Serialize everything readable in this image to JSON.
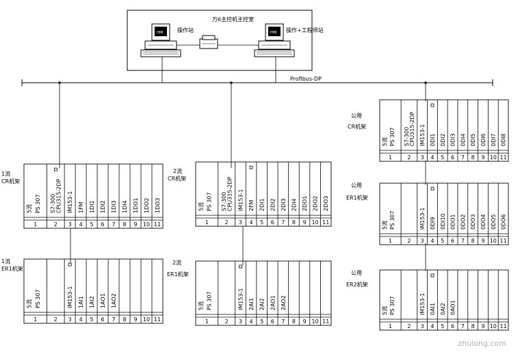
{
  "control_room": {
    "title": "万6主控机主控室",
    "station1_label": "操作站",
    "station2_label": "操作+工程师站",
    "hmi_label": "HMI"
  },
  "bus": {
    "label": "Profibus-DP"
  },
  "racks": [
    {
      "id": "r1cr",
      "title": [
        "1流",
        "CR机架"
      ],
      "slot_numbers": [
        "1",
        "2",
        "3",
        "4",
        "5",
        "6",
        "7",
        "8",
        "9",
        "10",
        "11"
      ],
      "ps_lines": [
        "5流",
        "PS 307"
      ],
      "modules": [
        "S7-300\nCPU315-2DP",
        "IM153-1",
        "1FM",
        "1DI1",
        "1DI2",
        "1DI3",
        "1DI4",
        "1DO1",
        "1DO2",
        "1DO3"
      ]
    },
    {
      "id": "r1er",
      "title": [
        "1流",
        "ER1机架"
      ],
      "slot_numbers": [
        "1",
        "2",
        "3",
        "4",
        "5",
        "6",
        "7",
        "8",
        "9",
        "10",
        "11"
      ],
      "ps_lines": [
        "5流",
        "PS 307"
      ],
      "modules": [
        "",
        "IM153-1",
        "1AI1",
        "1AI2",
        "1AO1",
        "1AO2",
        "",
        "",
        "",
        ""
      ]
    },
    {
      "id": "r2cr",
      "title": [
        "2流",
        "CR机架"
      ],
      "slot_numbers": [
        "1",
        "2",
        "3",
        "4",
        "5",
        "6",
        "7",
        "8",
        "9",
        "10",
        "11"
      ],
      "ps_lines": [
        "5流",
        "PS 307"
      ],
      "modules": [
        "S7-300\nCPU315-2DP",
        "IM153-1",
        "2FM",
        "2DI1",
        "2DI2",
        "2DI3",
        "2DI4",
        "2DO1",
        "2DO2",
        "2DO3"
      ]
    },
    {
      "id": "r2er",
      "title": [
        "2流",
        "ER1机架"
      ],
      "slot_numbers": [
        "1",
        "2",
        "3",
        "4",
        "5",
        "6",
        "7",
        "8",
        "9",
        "10",
        "11"
      ],
      "ps_lines": [
        "5流",
        "PS 307"
      ],
      "modules": [
        "",
        "IM153-1",
        "2AI1",
        "2AI2",
        "2AO1",
        "2AO2",
        "",
        "",
        "",
        ""
      ]
    },
    {
      "id": "rccr",
      "title": [
        "公用",
        "CR机架"
      ],
      "slot_numbers": [
        "1",
        "2",
        "3",
        "4",
        "5",
        "6",
        "7",
        "8",
        "9",
        "10",
        "11"
      ],
      "ps_lines": [
        "5流",
        "PS 307"
      ],
      "modules": [
        "S7-300\nCPU315-2DP",
        "IM153-1",
        "0DI1",
        "0DI2",
        "0DI3",
        "0DI4",
        "0DI5",
        "0DI6",
        "0DI7",
        "0DI8"
      ]
    },
    {
      "id": "rcer1",
      "title": [
        "公用",
        "ER1机架"
      ],
      "slot_numbers": [
        "1",
        "2",
        "3",
        "4",
        "5",
        "6",
        "7",
        "8",
        "9",
        "10",
        "11"
      ],
      "ps_lines": [
        "5流",
        "PS 307"
      ],
      "modules": [
        "",
        "IM153-1",
        "0DI9",
        "0DI10",
        "0DO1",
        "0DO2",
        "0DO3",
        "0DO4",
        "0DO5",
        "0DO6"
      ]
    },
    {
      "id": "rcer2",
      "title": [
        "公用",
        "ER2机架"
      ],
      "slot_numbers": [
        "1",
        "2",
        "3",
        "4",
        "5",
        "6",
        "7",
        "8",
        "9",
        "10",
        "11"
      ],
      "ps_lines": [
        "5流",
        "PS 307"
      ],
      "modules": [
        "",
        "IM153-1",
        "0AI1",
        "0AI2",
        "0AO1",
        "",
        "",
        "",
        "",
        ""
      ]
    }
  ],
  "watermark": "zhulong.com"
}
